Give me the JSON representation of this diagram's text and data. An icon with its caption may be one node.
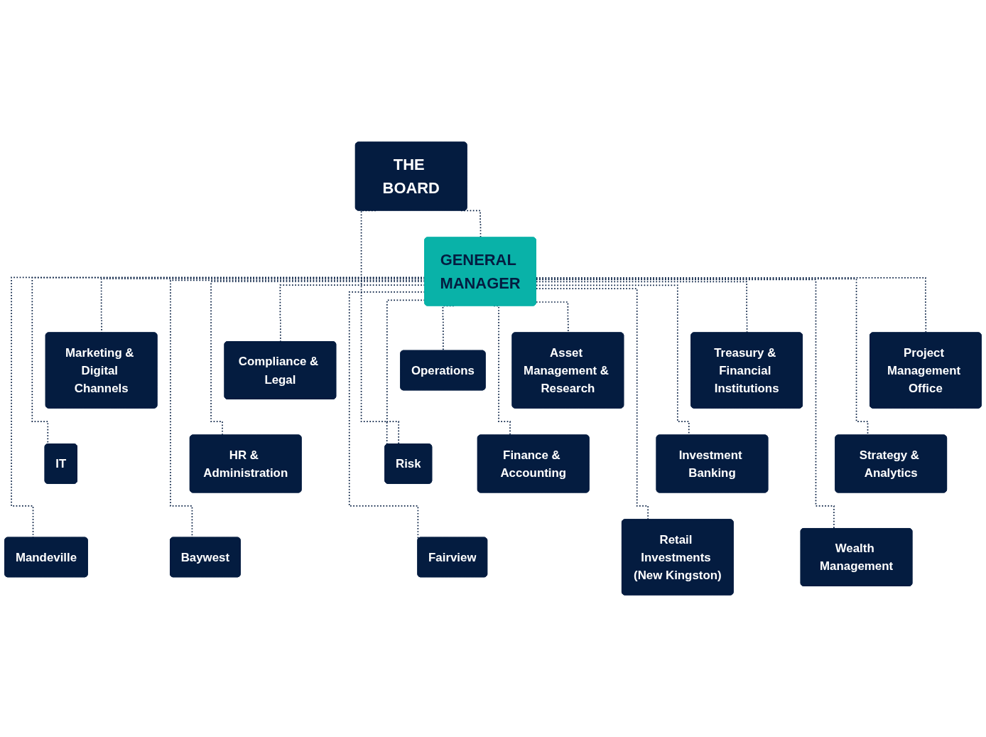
{
  "diagram": {
    "nodes": [
      {
        "text": [
          "THE BOARD"
        ]
      },
      {
        "text": [
          "GENERAL MANAGER"
        ]
      },
      {
        "text": [
          "Marketing & Digital Channels"
        ]
      },
      {
        "text": [
          "Compliance & Legal"
        ]
      },
      {
        "text": [
          "Asset Management & Research"
        ]
      },
      {
        "text": [
          "Treasury & Financial Institutions"
        ]
      },
      {
        "text": [
          "Project Management Office"
        ]
      },
      {
        "text": [
          "Operations"
        ]
      },
      {
        "text": [
          "IT"
        ]
      },
      {
        "text": [
          "HR & Administration"
        ]
      },
      {
        "text": [
          "Finance & Accounting"
        ]
      },
      {
        "text": [
          "Investment Banking"
        ]
      },
      {
        "text": [
          "Strategy & Analytics"
        ]
      },
      {
        "text": [
          "Risk"
        ]
      },
      {
        "text": [
          "Mandeville"
        ]
      },
      {
        "text": [
          "Baywest"
        ]
      },
      {
        "text": [
          "Fairview"
        ]
      },
      {
        "text": [
          "Retail Investments (New Kingston)"
        ]
      },
      {
        "text": [
          "Wealth Management"
        ]
      }
    ],
    "edges": [
      {
        "from": 0,
        "to": 1,
        "arrow": "none",
        "style": "dashed"
      },
      {
        "from": 0,
        "to": 13,
        "arrow": "none",
        "style": "dashed"
      },
      {
        "from": 1,
        "to": 8,
        "arrow": "none",
        "style": "dashed"
      },
      {
        "from": 1,
        "to": 2,
        "arrow": "none",
        "style": "dashed"
      },
      {
        "from": 1,
        "to": 9,
        "arrow": "none",
        "style": "dashed"
      },
      {
        "from": 1,
        "to": 3,
        "arrow": "none",
        "style": "dashed"
      },
      {
        "from": 1,
        "to": 10,
        "arrow": "none",
        "style": "dashed"
      },
      {
        "from": 1,
        "to": 4,
        "arrow": "none",
        "style": "dashed"
      },
      {
        "from": 1,
        "to": 5,
        "arrow": "none",
        "style": "dashed"
      },
      {
        "from": 1,
        "to": 11,
        "arrow": "none",
        "style": "dashed"
      },
      {
        "from": 1,
        "to": 6,
        "arrow": "none",
        "style": "dashed"
      },
      {
        "from": 1,
        "to": 12,
        "arrow": "none",
        "style": "dashed"
      },
      {
        "from": 1,
        "to": 7,
        "arrow": "none",
        "style": "dashed"
      },
      {
        "from": 1,
        "to": 13,
        "arrow": "none",
        "style": "dashed"
      },
      {
        "from": 1,
        "to": 14,
        "arrow": "none",
        "style": "dashed"
      },
      {
        "from": 1,
        "to": 15,
        "arrow": "none",
        "style": "dashed"
      },
      {
        "from": 1,
        "to": 16,
        "arrow": "none",
        "style": "dashed"
      },
      {
        "from": 1,
        "to": 17,
        "arrow": "none",
        "style": "dashed"
      },
      {
        "from": 1,
        "to": 18,
        "arrow": "none",
        "style": "dashed"
      }
    ]
  }
}
